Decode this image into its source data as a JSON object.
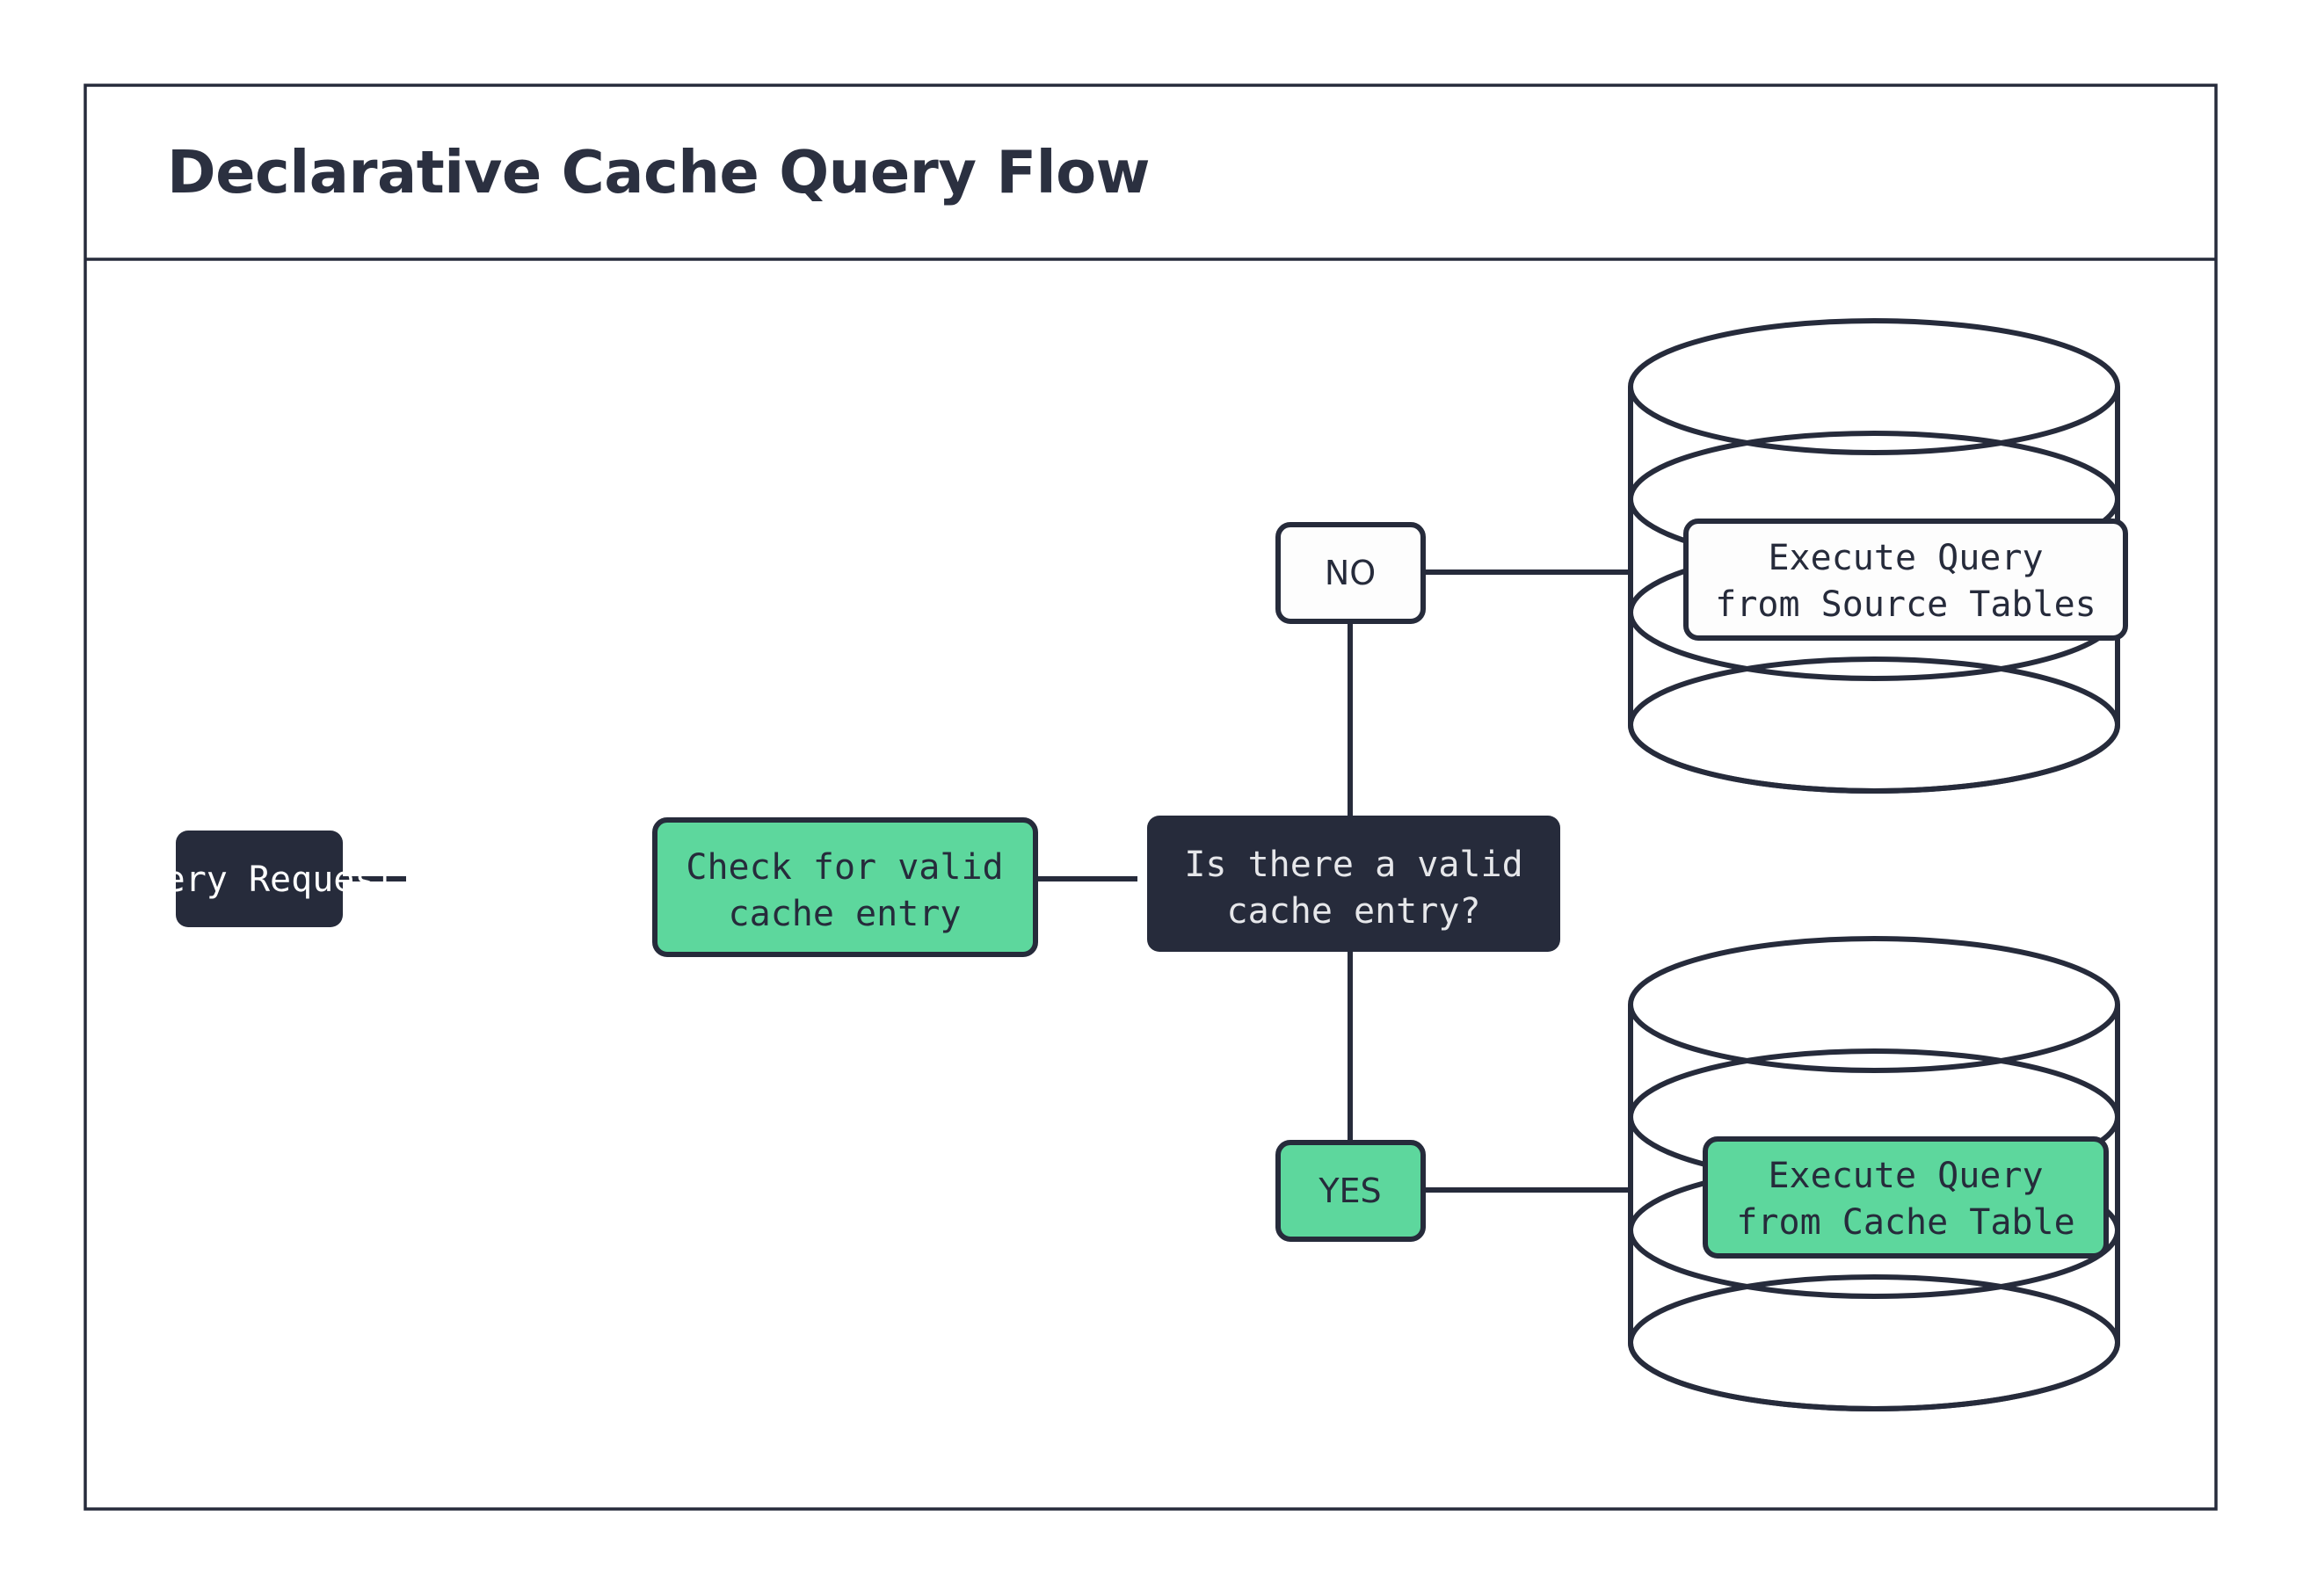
{
  "diagram": {
    "title": "Declarative Cache Query Flow",
    "frame": {
      "border_color": "#262B3B",
      "background": "#ffffff"
    },
    "palette": {
      "dark": "#262B3B",
      "green": "#5DD79D",
      "white": "#FDFDFD",
      "text_on_dark": "#E6E7EA",
      "text_white": "#FFFFFF",
      "text_dark": "#262B3B"
    },
    "nodes": [
      {
        "id": "query-request",
        "label": "Query Request",
        "style": "dark",
        "shape": "rounded-rect"
      },
      {
        "id": "check-cache",
        "label_line1": "Check for valid",
        "label_line2": "cache entry",
        "style": "green",
        "shape": "rounded-rect"
      },
      {
        "id": "decision-valid-cache",
        "label_line1": "Is there a valid",
        "label_line2": "cache entry?",
        "style": "dark",
        "shape": "rounded-rect"
      },
      {
        "id": "source-tables-db",
        "label_line1": "Execute Query",
        "label_line2": "from Source Tables",
        "style": "white",
        "shape": "cylinder-label"
      },
      {
        "id": "cache-table-db",
        "label_line1": "Execute Query",
        "label_line2": "from Cache Table",
        "style": "green",
        "shape": "cylinder-label"
      }
    ],
    "edge_labels": [
      {
        "id": "edge-no",
        "label": "NO",
        "style": "white"
      },
      {
        "id": "edge-yes",
        "label": "YES",
        "style": "green"
      }
    ],
    "databases": [
      {
        "id": "db-source-tables",
        "disks": 3
      },
      {
        "id": "db-cache-table",
        "disks": 3
      }
    ]
  }
}
